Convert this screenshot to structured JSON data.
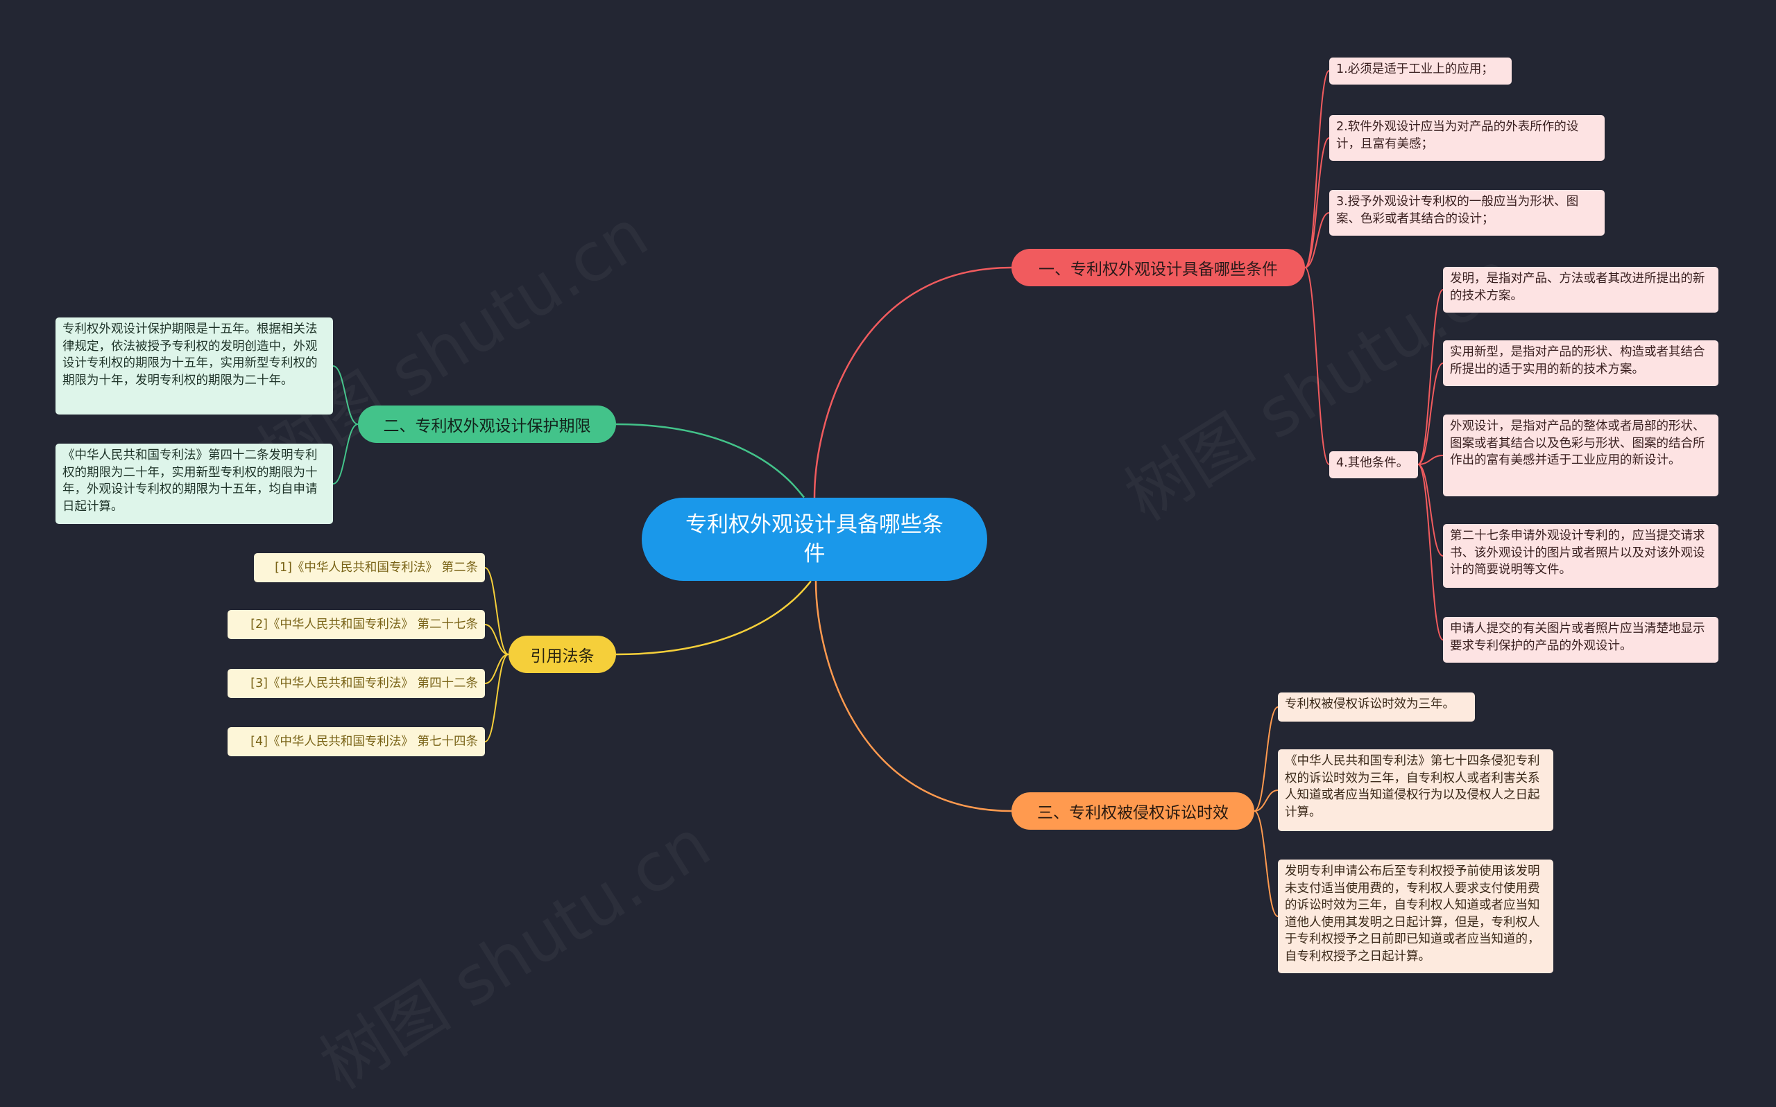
{
  "root": {
    "title": "专利权外观设计具备哪些条件"
  },
  "branches": {
    "conditions": {
      "label": "一、专利权外观设计具备哪些条件",
      "items": [
        "1.必须是适于工业上的应用；",
        "2.软件外观设计应当为对产品的外表所作的设计，且富有美感；",
        "3.授予外观设计专利权的一般应当为形状、图案、色彩或者其结合的设计；",
        "4.其他条件。"
      ],
      "other": [
        "发明，是指对产品、方法或者其改进所提出的新的技术方案。",
        "实用新型，是指对产品的形状、构造或者其结合所提出的适于实用的新的技术方案。",
        "外观设计，是指对产品的整体或者局部的形状、图案或者其结合以及色彩与形状、图案的结合所作出的富有美感并适于工业应用的新设计。",
        "第二十七条申请外观设计专利的，应当提交请求书、该外观设计的图片或者照片以及对该外观设计的简要说明等文件。",
        "申请人提交的有关图片或者照片应当清楚地显示要求专利保护的产品的外观设计。"
      ]
    },
    "term": {
      "label": "二、专利权外观设计保护期限",
      "items": [
        "专利权外观设计保护期限是十五年。根据相关法律规定，依法被授予专利权的发明创造中，外观设计专利权的期限为十五年，实用新型专利权的期限为十年，发明专利权的期限为二十年。",
        "《中华人民共和国专利法》第四十二条发明专利权的期限为二十年，实用新型专利权的期限为十年，外观设计专利权的期限为十五年，均自申请日起计算。"
      ]
    },
    "refs": {
      "label": "引用法条",
      "items": [
        "[1]《中华人民共和国专利法》 第二条",
        "[2]《中华人民共和国专利法》 第二十七条",
        "[3]《中华人民共和国专利法》 第四十二条",
        "[4]《中华人民共和国专利法》 第七十四条"
      ]
    },
    "limitation": {
      "label": "三、专利权被侵权诉讼时效",
      "items": [
        "专利权被侵权诉讼时效为三年。",
        "《中华人民共和国专利法》第七十四条侵犯专利权的诉讼时效为三年，自专利权人或者利害关系人知道或者应当知道侵权行为以及侵权人之日起计算。",
        "发明专利申请公布后至专利权授予前使用该发明未支付适当使用费的，专利权人要求支付使用费的诉讼时效为三年，自专利权人知道或者应当知道他人使用其发明之日起计算，但是，专利权人于专利权授予之日前即已知道或者应当知道的，自专利权授予之日起计算。"
      ]
    }
  },
  "colors": {
    "background": "#232633",
    "root": "#1a98ea",
    "conditions": "#f15b5e",
    "term": "#43c38a",
    "refs": "#f5cf3a",
    "limitation": "#ff9a4f"
  },
  "watermark": "树图 shutu.cn"
}
